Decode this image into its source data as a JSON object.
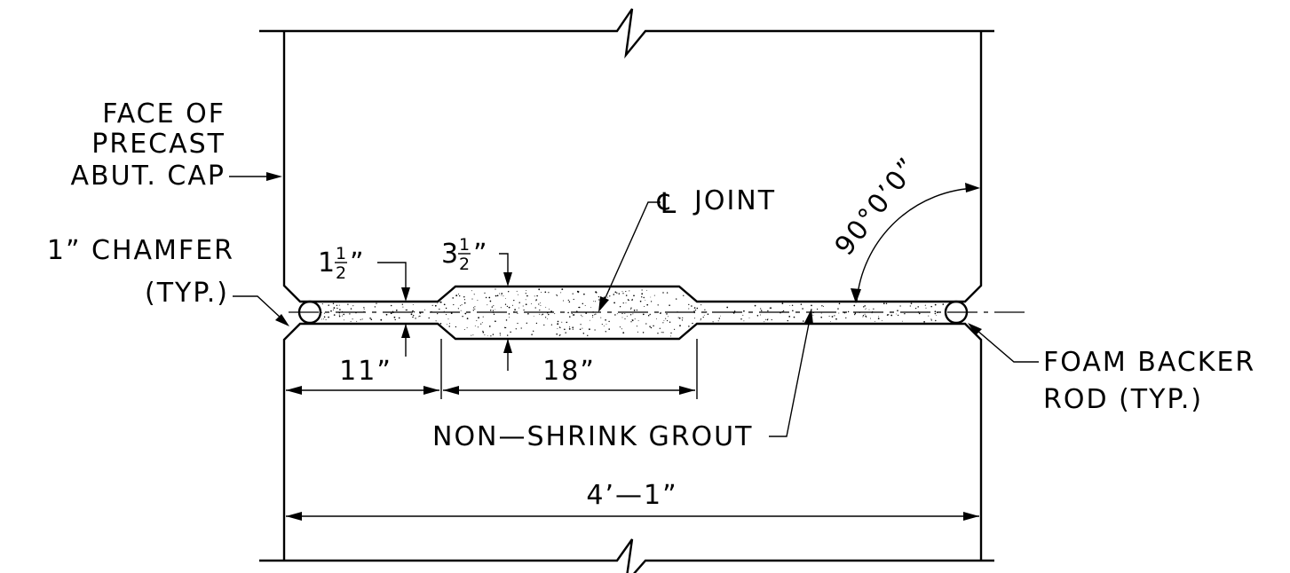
{
  "labels": {
    "face_of_precast": [
      "FACE OF",
      "PRECAST",
      "ABUT. CAP"
    ],
    "chamfer": [
      "1” CHAMFER",
      "(TYP.)"
    ],
    "cl_joint": "JOINT",
    "cl_symbol": "℄",
    "angle": "90°0’0”",
    "foam_backer": [
      "FOAM BACKER",
      "ROD (TYP.)"
    ],
    "non_shrink_grout": "NON—SHRINK GROUT"
  },
  "dimensions": {
    "gap_small": {
      "whole": "1",
      "num": "1",
      "den": "2",
      "unit": "”"
    },
    "gap_large": {
      "whole": "3",
      "num": "1",
      "den": "2",
      "unit": "”"
    },
    "left_offset": "11”",
    "wide_length": "18”",
    "overall": "4’—1”"
  }
}
